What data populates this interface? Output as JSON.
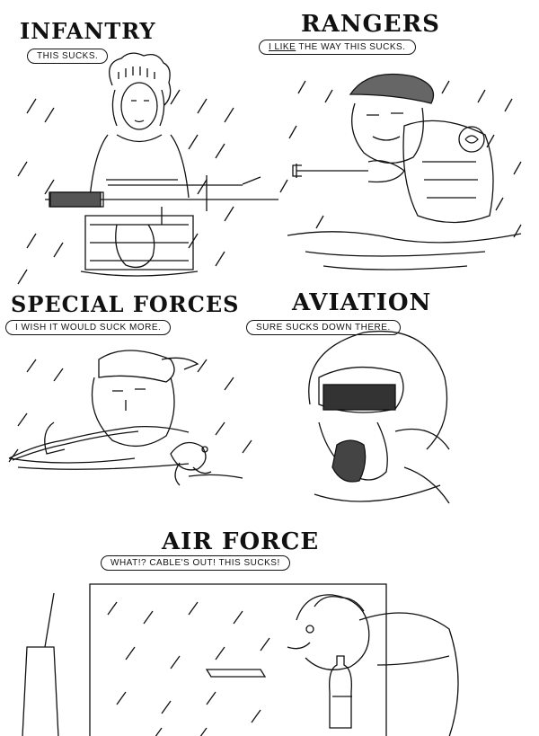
{
  "panels": {
    "infantry": {
      "title": "INFANTRY",
      "speech": "THIS SUCKS."
    },
    "rangers": {
      "title": "RANGERS",
      "speech_emph": "I LIKE",
      "speech_rest": " THE WAY THIS SUCKS."
    },
    "special_forces": {
      "title": "SPECIAL FORCES",
      "speech": "I WISH IT WOULD SUCK MORE."
    },
    "aviation": {
      "title": "AVIATION",
      "speech": "SURE SUCKS DOWN THERE."
    },
    "air_force": {
      "title": "AIR FORCE",
      "speech": "WHAT!? CABLE'S OUT! THIS SUCKS!"
    }
  },
  "colors": {
    "ink": "#111111",
    "paper": "#ffffff"
  }
}
